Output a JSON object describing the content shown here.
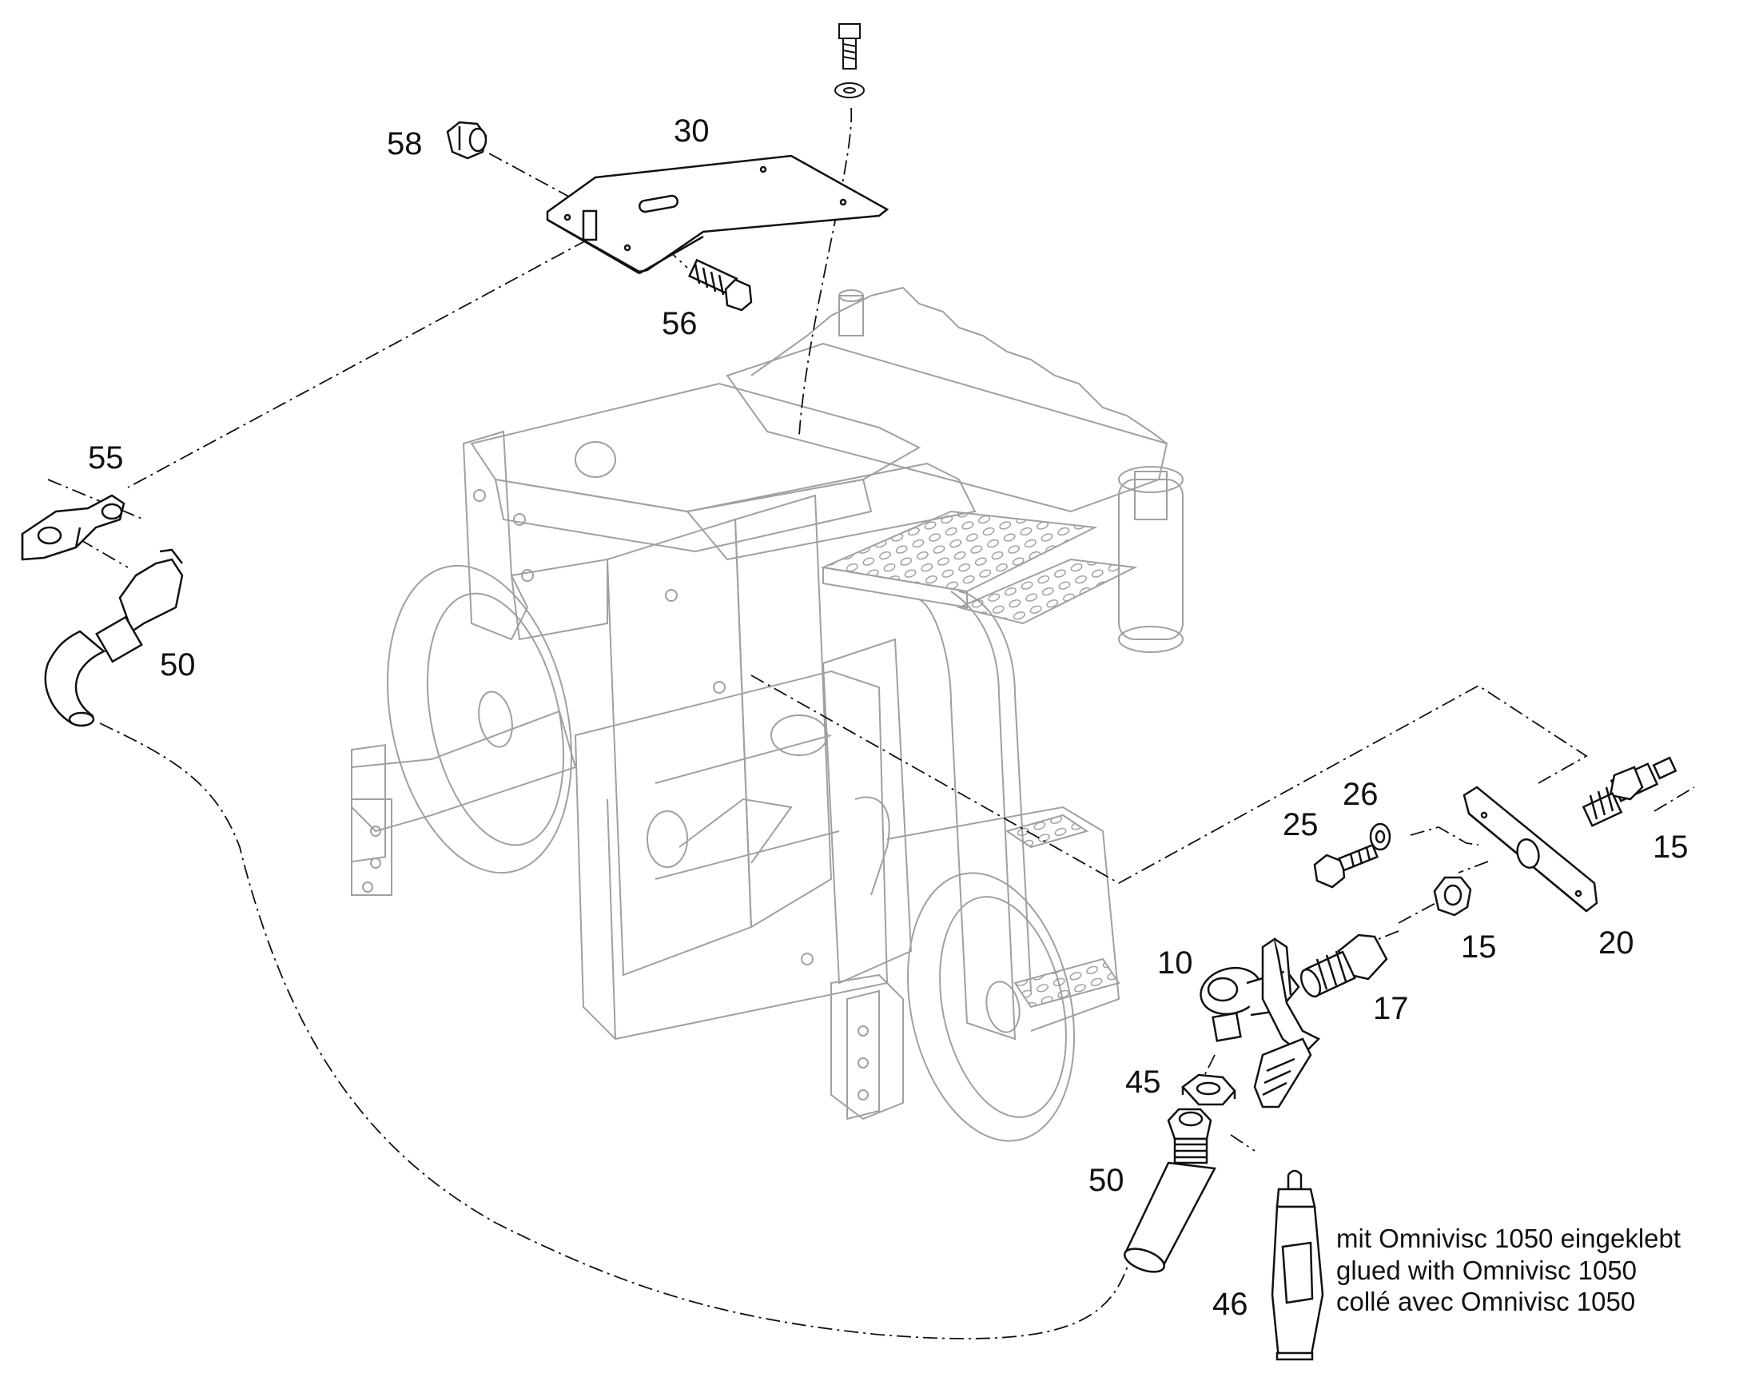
{
  "callouts": {
    "c58": "58",
    "c30": "30",
    "c56": "56",
    "c55": "55",
    "c50_top": "50",
    "c25": "25",
    "c26": "26",
    "c15_right": "15",
    "c15_nut": "15",
    "c20": "20",
    "c10": "10",
    "c17": "17",
    "c45": "45",
    "c50_bottom": "50",
    "c46": "46"
  },
  "note": {
    "line_de": "mit Omnivisc 1050 eingeklebt",
    "line_en": "glued with Omnivisc 1050",
    "line_fr": "collé avec Omnivisc 1050"
  },
  "colors": {
    "line": "#111111",
    "ghost": "#9a9a9a",
    "background": "#ffffff"
  }
}
